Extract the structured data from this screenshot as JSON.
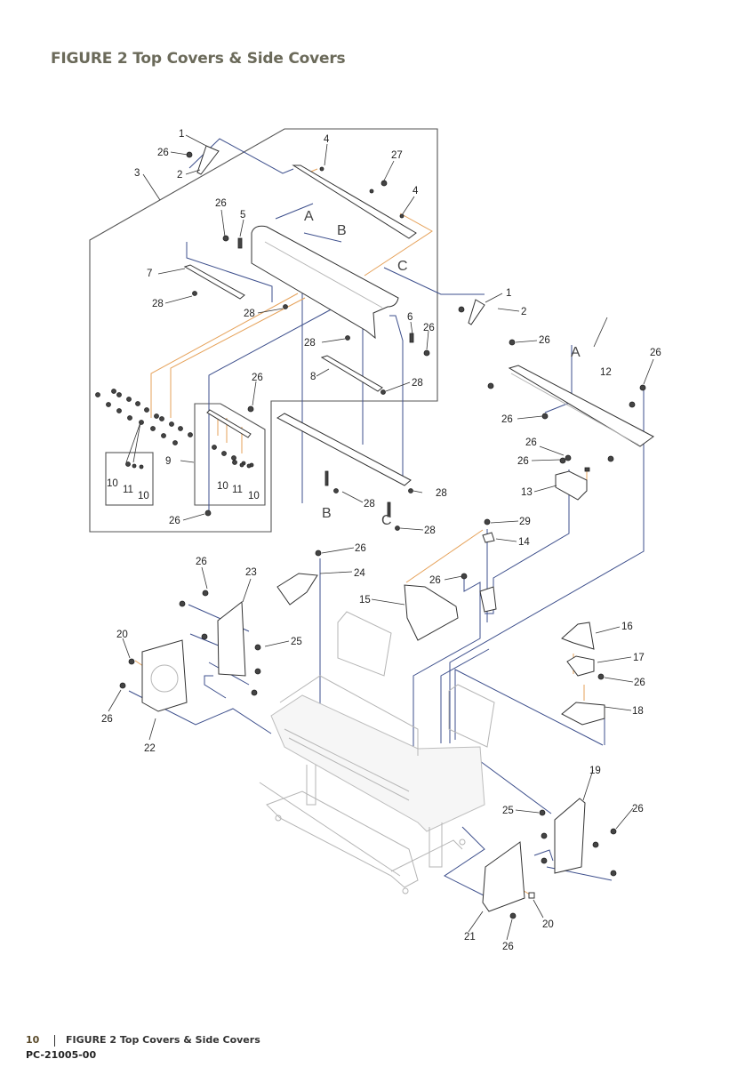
{
  "header": {
    "title": "FIGURE 2  Top Covers & Side Covers"
  },
  "footer": {
    "page_number": "10",
    "running_title": "FIGURE 2  Top Covers & Side Covers",
    "doc_code": "PC-21005-00"
  },
  "colors": {
    "title": "#6b6a5a",
    "connector_blue": "#3d4f8c",
    "connector_orange": "#e6a25a"
  },
  "callouts": [
    {
      "id": "c1a",
      "label": "1"
    },
    {
      "id": "c26a",
      "label": "26"
    },
    {
      "id": "c2a",
      "label": "2"
    },
    {
      "id": "c3",
      "label": "3"
    },
    {
      "id": "c4a",
      "label": "4"
    },
    {
      "id": "c27",
      "label": "27"
    },
    {
      "id": "c4b",
      "label": "4"
    },
    {
      "id": "c26b",
      "label": "26"
    },
    {
      "id": "c5",
      "label": "5"
    },
    {
      "id": "c7",
      "label": "7"
    },
    {
      "id": "c28a",
      "label": "28"
    },
    {
      "id": "c28b",
      "label": "28"
    },
    {
      "id": "c28c",
      "label": "28"
    },
    {
      "id": "c6",
      "label": "6"
    },
    {
      "id": "c26c",
      "label": "26"
    },
    {
      "id": "c8",
      "label": "8"
    },
    {
      "id": "c28d",
      "label": "28"
    },
    {
      "id": "c1b",
      "label": "1"
    },
    {
      "id": "c2b",
      "label": "2"
    },
    {
      "id": "c26d",
      "label": "26"
    },
    {
      "id": "c12",
      "label": "12"
    },
    {
      "id": "c26e",
      "label": "26"
    },
    {
      "id": "c26f",
      "label": "26"
    },
    {
      "id": "c26g",
      "label": "26"
    },
    {
      "id": "c26h",
      "label": "26"
    },
    {
      "id": "c13",
      "label": "13"
    },
    {
      "id": "c26i",
      "label": "26"
    },
    {
      "id": "c9",
      "label": "9"
    },
    {
      "id": "c10a",
      "label": "10"
    },
    {
      "id": "c11a",
      "label": "11"
    },
    {
      "id": "c10b",
      "label": "10"
    },
    {
      "id": "c10c",
      "label": "10"
    },
    {
      "id": "c11b",
      "label": "11"
    },
    {
      "id": "c10d",
      "label": "10"
    },
    {
      "id": "c26j",
      "label": "26"
    },
    {
      "id": "c28e",
      "label": "28"
    },
    {
      "id": "c28f",
      "label": "28"
    },
    {
      "id": "c28g",
      "label": "28"
    },
    {
      "id": "c29",
      "label": "29"
    },
    {
      "id": "c14",
      "label": "14"
    },
    {
      "id": "c26k",
      "label": "26"
    },
    {
      "id": "c15",
      "label": "15"
    },
    {
      "id": "c26l",
      "label": "26"
    },
    {
      "id": "c24",
      "label": "24"
    },
    {
      "id": "c26m",
      "label": "26"
    },
    {
      "id": "c23",
      "label": "23"
    },
    {
      "id": "c25a",
      "label": "25"
    },
    {
      "id": "c20a",
      "label": "20"
    },
    {
      "id": "c26n",
      "label": "26"
    },
    {
      "id": "c22",
      "label": "22"
    },
    {
      "id": "c16",
      "label": "16"
    },
    {
      "id": "c17",
      "label": "17"
    },
    {
      "id": "c26o",
      "label": "26"
    },
    {
      "id": "c18",
      "label": "18"
    },
    {
      "id": "c19",
      "label": "19"
    },
    {
      "id": "c25b",
      "label": "25"
    },
    {
      "id": "c26p",
      "label": "26"
    },
    {
      "id": "c21",
      "label": "21"
    },
    {
      "id": "c20b",
      "label": "20"
    },
    {
      "id": "c26q",
      "label": "26"
    }
  ],
  "reference_marks": {
    "A": "A",
    "B": "B",
    "C": "C"
  }
}
